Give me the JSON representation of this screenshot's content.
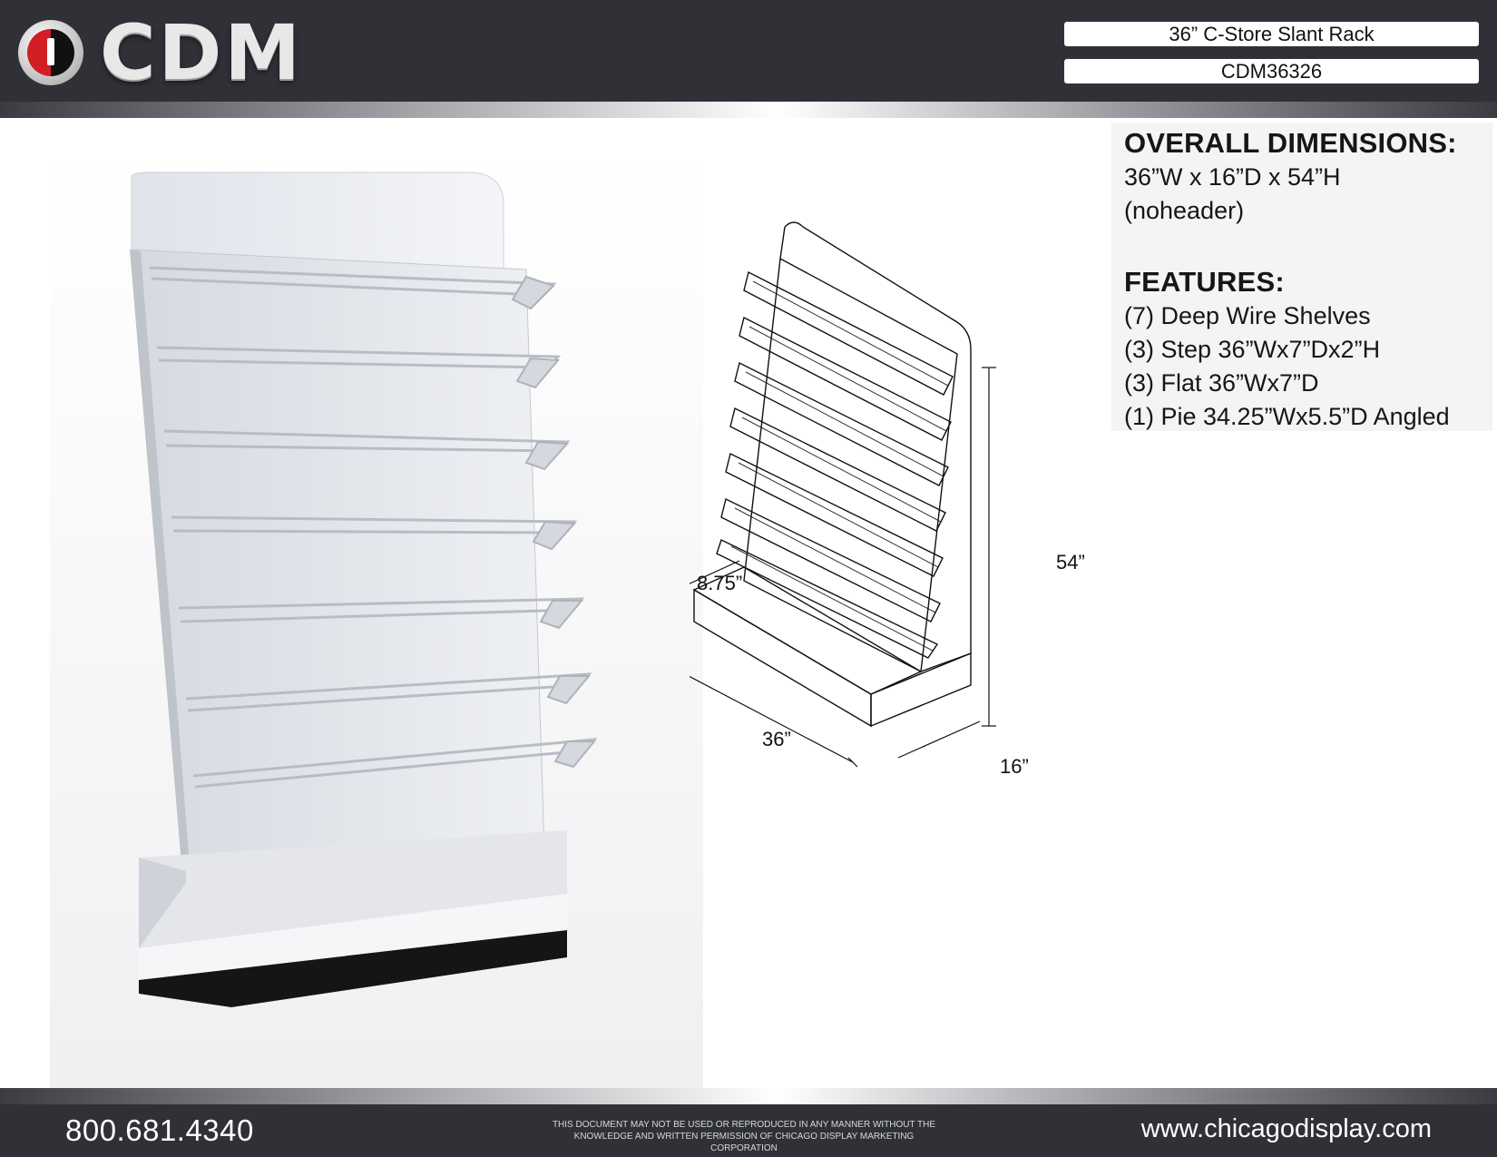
{
  "header": {
    "brand": "CDM",
    "product_name": "36” C-Store Slant Rack",
    "product_code": "CDM36326"
  },
  "specs": {
    "dimensions_heading": "OVERALL DIMENSIONS:",
    "dimensions_line1": "36”W x 16”D x 54”H",
    "dimensions_line2": "(noheader)",
    "features_heading": "FEATURES:",
    "features": [
      "(7) Deep Wire Shelves",
      "(3) Step 36”Wx7”Dx2”H",
      "(3) Flat 36”Wx7”D",
      "(1) Pie 34.25”Wx5.5”D Angled"
    ]
  },
  "diagram": {
    "dim_base_depth": "8.75”",
    "dim_width": "36”",
    "dim_height": "54”",
    "dim_depth": "16”"
  },
  "footer": {
    "phone": "800.681.4340",
    "legal_line1": "THIS DOCUMENT MAY NOT BE USED OR REPRODUCED IN ANY MANNER WITHOUT THE",
    "legal_line2": "KNOWLEDGE AND WRITTEN PERMISSION OF CHICAGO DISPLAY MARKETING CORPORATION",
    "website": "www.chicagodisplay.com"
  },
  "colors": {
    "header_bg": "#2f3137",
    "logo_red": "#d21f26",
    "text": "#15161a"
  }
}
